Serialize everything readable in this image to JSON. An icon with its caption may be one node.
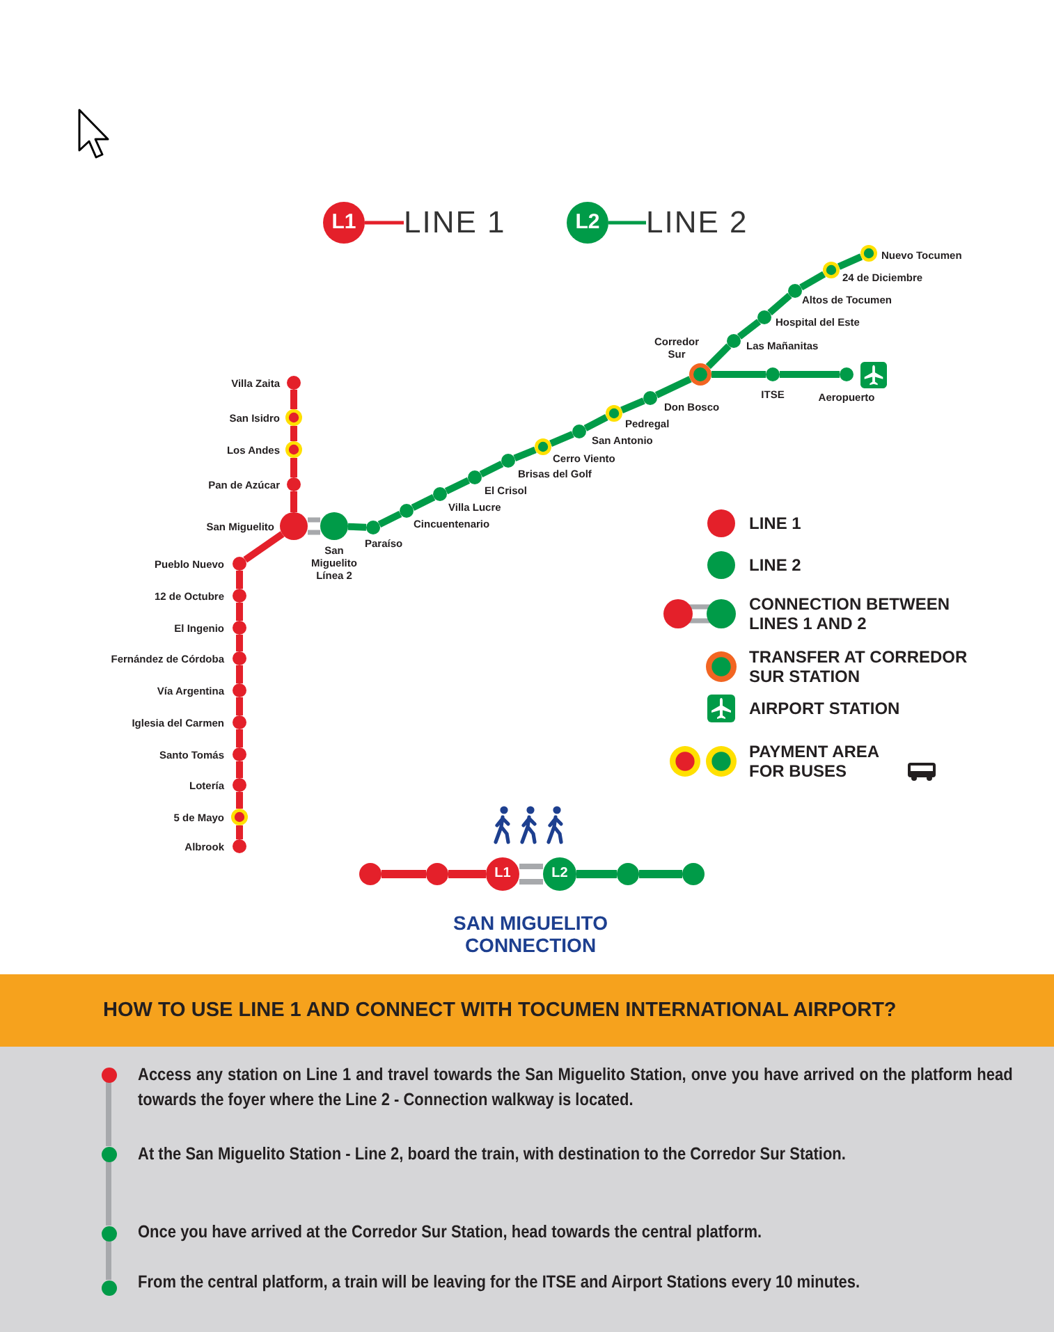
{
  "diagram": {
    "nodes": [
      {
        "text": [
          "L1"
        ]
      },
      {
        "text": [
          "LINE 1"
        ]
      },
      {
        "text": [
          "L2"
        ]
      },
      {
        "text": [
          "LINE 2"
        ]
      },
      {
        "text": [],
        "shape": "circle",
        "beside": [
          "Villa Zaita"
        ]
      },
      {
        "text": [],
        "shape": "circle",
        "beside": [
          "San Isidro"
        ]
      },
      {
        "text": [],
        "shape": "circle",
        "beside": [
          "Los Andes"
        ]
      },
      {
        "text": [],
        "shape": "circle",
        "beside": [
          "Pan de Azúcar"
        ]
      },
      {
        "text": [],
        "shape": "circle",
        "beside": [
          "San Miguelito"
        ]
      },
      {
        "text": [],
        "shape": "circle",
        "beside": [
          "Pueblo Nuevo"
        ]
      },
      {
        "text": [],
        "shape": "circle",
        "beside": [
          "12 de Octubre"
        ]
      },
      {
        "text": [],
        "shape": "circle",
        "beside": [
          "El Ingenio"
        ]
      },
      {
        "text": [],
        "shape": "circle",
        "beside": [
          "Fernández de Córdoba"
        ]
      },
      {
        "text": [],
        "shape": "circle",
        "beside": [
          "Vía Argentina"
        ]
      },
      {
        "text": [],
        "shape": "circle",
        "beside": [
          "Iglesia del Carmen"
        ]
      },
      {
        "text": [],
        "shape": "circle",
        "beside": [
          "Santo Tomás"
        ]
      },
      {
        "text": [],
        "shape": "circle",
        "beside": [
          "Lotería"
        ]
      },
      {
        "text": [],
        "shape": "circle",
        "beside": [
          "5 de Mayo"
        ]
      },
      {
        "text": [],
        "shape": "circle",
        "beside": [
          "Albrook"
        ]
      },
      {
        "text": [],
        "shape": "circle",
        "beside": [
          "San Miguelito Línea 2"
        ]
      },
      {
        "text": [],
        "shape": "circle",
        "beside": [
          "Paraíso"
        ]
      },
      {
        "text": [],
        "shape": "circle",
        "beside": [
          "Cincuentenario"
        ]
      },
      {
        "text": [],
        "shape": "circle",
        "beside": [
          "Villa Lucre"
        ]
      },
      {
        "text": [],
        "shape": "circle",
        "beside": [
          "El Crisol"
        ]
      },
      {
        "text": [],
        "shape": "circle",
        "beside": [
          "Brisas del Golf"
        ]
      },
      {
        "text": [],
        "shape": "circle",
        "beside": [
          "Cerro Viento"
        ]
      },
      {
        "text": [],
        "shape": "circle",
        "beside": [
          "San Antonio"
        ]
      },
      {
        "text": [],
        "shape": "circle",
        "beside": [
          "Pedregal"
        ]
      },
      {
        "text": [],
        "shape": "circle",
        "beside": [
          "Don Bosco"
        ]
      },
      {
        "text": [],
        "shape": "circle",
        "beside": [
          "Corredor Sur"
        ]
      },
      {
        "text": [],
        "shape": "circle",
        "beside": [
          "Las Mañanitas"
        ]
      },
      {
        "text": [],
        "shape": "circle",
        "beside": [
          "Hospital del Este"
        ]
      },
      {
        "text": [],
        "shape": "circle",
        "beside": [
          "Altos de Tocumen"
        ]
      },
      {
        "text": [],
        "shape": "circle",
        "beside": [
          "24 de Diciembre"
        ]
      },
      {
        "text": [],
        "shape": "circle",
        "beside": [
          "Nuevo Tocumen"
        ]
      },
      {
        "text": [],
        "shape": "circle",
        "beside": [
          "ITSE"
        ]
      },
      {
        "text": [],
        "shape": "circle",
        "beside": [
          "Aeropuerto"
        ]
      },
      {
        "text": [],
        "shape": "circle"
      },
      {
        "text": [],
        "shape": "circle"
      },
      {
        "text": [
          "L1"
        ]
      },
      {
        "text": [
          "L2"
        ]
      },
      {
        "text": [],
        "shape": "circle"
      },
      {
        "text": [],
        "shape": "circle"
      },
      {
        "text": [
          "HOW TO USE LINE 1 AND CONNECT WITH TOCUMEN INTERNATIONAL AIRPORT?"
        ]
      },
      {
        "text": [],
        "shape": "circle",
        "in": 43,
        "beside": [
          "Access any station on Line 1 and travel towards the San Miguelito Station, onve you have arrived on the platform head towards the foyer where the Line 2 - Connection walkway is located."
        ]
      },
      {
        "text": [],
        "shape": "circle",
        "in": 43,
        "beside": [
          "At the San Miguelito Station - Line 2, board the train, with destination to the Corredor Sur Station."
        ]
      },
      {
        "text": [],
        "shape": "circle",
        "in": 43,
        "beside": [
          "Once you have arrived at the Corredor Sur Station, head towards the central platform."
        ]
      },
      {
        "text": [],
        "shape": "circle",
        "in": 43,
        "beside": [
          "From the central platform, a train will be leaving for the ITSE and Airport Stations every 10 minutes."
        ]
      }
    ],
    "edges": [
      {
        "from": 0,
        "to": 1,
        "arrow": "none",
        "color": "#e4202a"
      },
      {
        "from": 2,
        "to": 3,
        "arrow": "none"
      },
      {
        "from": 4,
        "to": 5,
        "arrow": "none",
        "color": "#e4202a"
      },
      {
        "from": 5,
        "to": 6,
        "arrow": "none",
        "color": "#e4202a"
      },
      {
        "from": 6,
        "to": 7,
        "arrow": "none",
        "color": "#e4202a"
      },
      {
        "from": 7,
        "to": 8,
        "arrow": "none",
        "color": "#e4202a"
      },
      {
        "from": 8,
        "to": 9,
        "arrow": "none",
        "color": "#e4202a"
      },
      {
        "from": 9,
        "to": 10,
        "arrow": "none",
        "color": "#e4202a"
      },
      {
        "from": 10,
        "to": 11,
        "arrow": "none",
        "color": "#e4202a"
      },
      {
        "from": 11,
        "to": 12,
        "arrow": "none",
        "color": "#e4202a"
      },
      {
        "from": 12,
        "to": 13,
        "arrow": "none",
        "color": "#e4202a"
      },
      {
        "from": 13,
        "to": 14,
        "arrow": "none",
        "color": "#e4202a"
      },
      {
        "from": 14,
        "to": 15,
        "arrow": "none",
        "color": "#e4202a"
      },
      {
        "from": 15,
        "to": 16,
        "arrow": "none",
        "color": "#e4202a"
      },
      {
        "from": 16,
        "to": 17,
        "arrow": "none",
        "color": "#e4202a"
      },
      {
        "from": 17,
        "to": 18,
        "arrow": "none",
        "color": "#e4202a"
      },
      {
        "from": 8,
        "to": 19,
        "arrow": "none",
        "color": "#a7a9ac"
      },
      {
        "from": 19,
        "to": 20,
        "arrow": "none"
      },
      {
        "from": 20,
        "to": 21,
        "arrow": "none"
      },
      {
        "from": 21,
        "to": 22,
        "arrow": "none"
      },
      {
        "from": 22,
        "to": 23,
        "arrow": "none"
      },
      {
        "from": 23,
        "to": 24,
        "arrow": "none"
      },
      {
        "from": 24,
        "to": 25,
        "arrow": "none"
      },
      {
        "from": 25,
        "to": 26,
        "arrow": "none"
      },
      {
        "from": 26,
        "to": 27,
        "arrow": "none"
      },
      {
        "from": 27,
        "to": 28,
        "arrow": "none"
      },
      {
        "from": 28,
        "to": 29,
        "arrow": "none"
      },
      {
        "from": 29,
        "to": 30,
        "arrow": "none"
      },
      {
        "from": 30,
        "to": 31,
        "arrow": "none"
      },
      {
        "from": 31,
        "to": 32,
        "arrow": "none"
      },
      {
        "from": 32,
        "to": 33,
        "arrow": "none"
      },
      {
        "from": 33,
        "to": 34,
        "arrow": "none"
      },
      {
        "from": 29,
        "to": 35,
        "arrow": "none"
      },
      {
        "from": 35,
        "to": 36,
        "arrow": "none"
      },
      {
        "from": 37,
        "to": 38,
        "arrow": "none",
        "color": "#e4202a"
      },
      {
        "from": 38,
        "to": 39,
        "arrow": "none",
        "color": "#e4202a"
      },
      {
        "from": 39,
        "to": 40,
        "arrow": "none",
        "color": "#a7a9ac"
      },
      {
        "from": 40,
        "to": 41,
        "arrow": "none"
      },
      {
        "from": 41,
        "to": 42,
        "arrow": "none"
      },
      {
        "from": 44,
        "to": 45,
        "arrow": "none",
        "color": "#a7a9ac"
      },
      {
        "from": 45,
        "to": 46,
        "arrow": "none",
        "color": "#a7a9ac"
      },
      {
        "from": 46,
        "to": 47,
        "arrow": "none",
        "color": "#a7a9ac"
      }
    ],
    "labels": [
      "SAN MIGUELITO CONNECTION"
    ],
    "legend": [
      {
        "text": "LINE 1",
        "color": "#e4202a"
      },
      {
        "text": "LINE 2",
        "color": "#009b48"
      },
      {
        "text": "CONNECTION BETWEEN LINES 1 AND 2"
      },
      {
        "text": "TRANSFER AT CORREDOR SUR STATION"
      },
      {
        "text": "AIRPORT STATION"
      },
      {
        "text": "PAYMENT AREA FOR BUSES"
      }
    ]
  }
}
